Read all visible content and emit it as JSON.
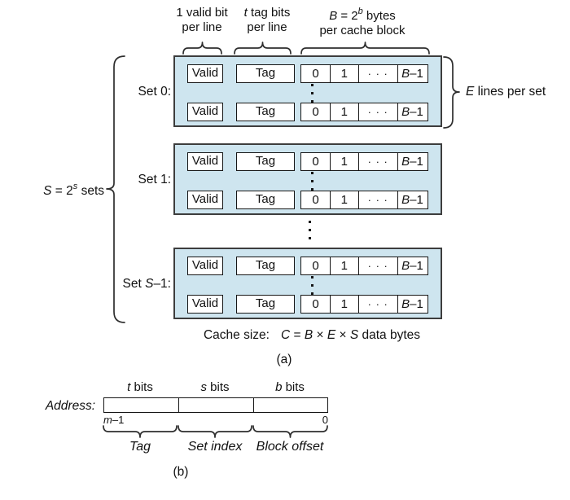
{
  "a": {
    "top_labels": {
      "valid": {
        "l1": "1 valid bit",
        "l2": "per line"
      },
      "tag": {
        "l1_var": "t",
        "l1_rest": " tag bits",
        "l2": "per line"
      },
      "block": {
        "l1_var": "B",
        "l1_mid": " = 2",
        "l1_sup": "b",
        "l1_rest": " bytes",
        "l2": "per cache block"
      }
    },
    "sets_brace_label": {
      "var": "S",
      "mid": " = 2",
      "sup": "s",
      "rest": " sets"
    },
    "set_labels": [
      {
        "pre": "Set 0:",
        "var": "",
        "post": ""
      },
      {
        "pre": "Set 1:",
        "var": "",
        "post": ""
      },
      {
        "pre": "Set ",
        "var": "S",
        "post": "–1:"
      }
    ],
    "line": {
      "valid": "Valid",
      "tag": "Tag",
      "cells": [
        "0",
        "1",
        "· · ·"
      ],
      "last_cell": {
        "var": "B",
        "post": "–1"
      }
    },
    "e_lines_label": {
      "var": "E",
      "rest": " lines per set"
    },
    "cache_size": {
      "label": "Cache size:",
      "C": "C",
      "eq": " = ",
      "B": "B",
      "x1": " × ",
      "E": "E",
      "x2": " × ",
      "S": "S",
      "rest": " data bytes"
    },
    "caption": "(a)"
  },
  "b": {
    "bit_labels": [
      {
        "var": "t",
        "rest": " bits"
      },
      {
        "var": "s",
        "rest": " bits"
      },
      {
        "var": "b",
        "rest": " bits"
      }
    ],
    "address_label": "Address:",
    "bit_range": {
      "left_var": "m",
      "left_post": "–1",
      "right": "0"
    },
    "field_labels": [
      "Tag",
      "Set index",
      "Block offset"
    ],
    "caption": "(b)"
  },
  "colors": {
    "set_fill": "#cee5ef",
    "set_border": "#3d3d3d",
    "line_color": "#161616"
  }
}
